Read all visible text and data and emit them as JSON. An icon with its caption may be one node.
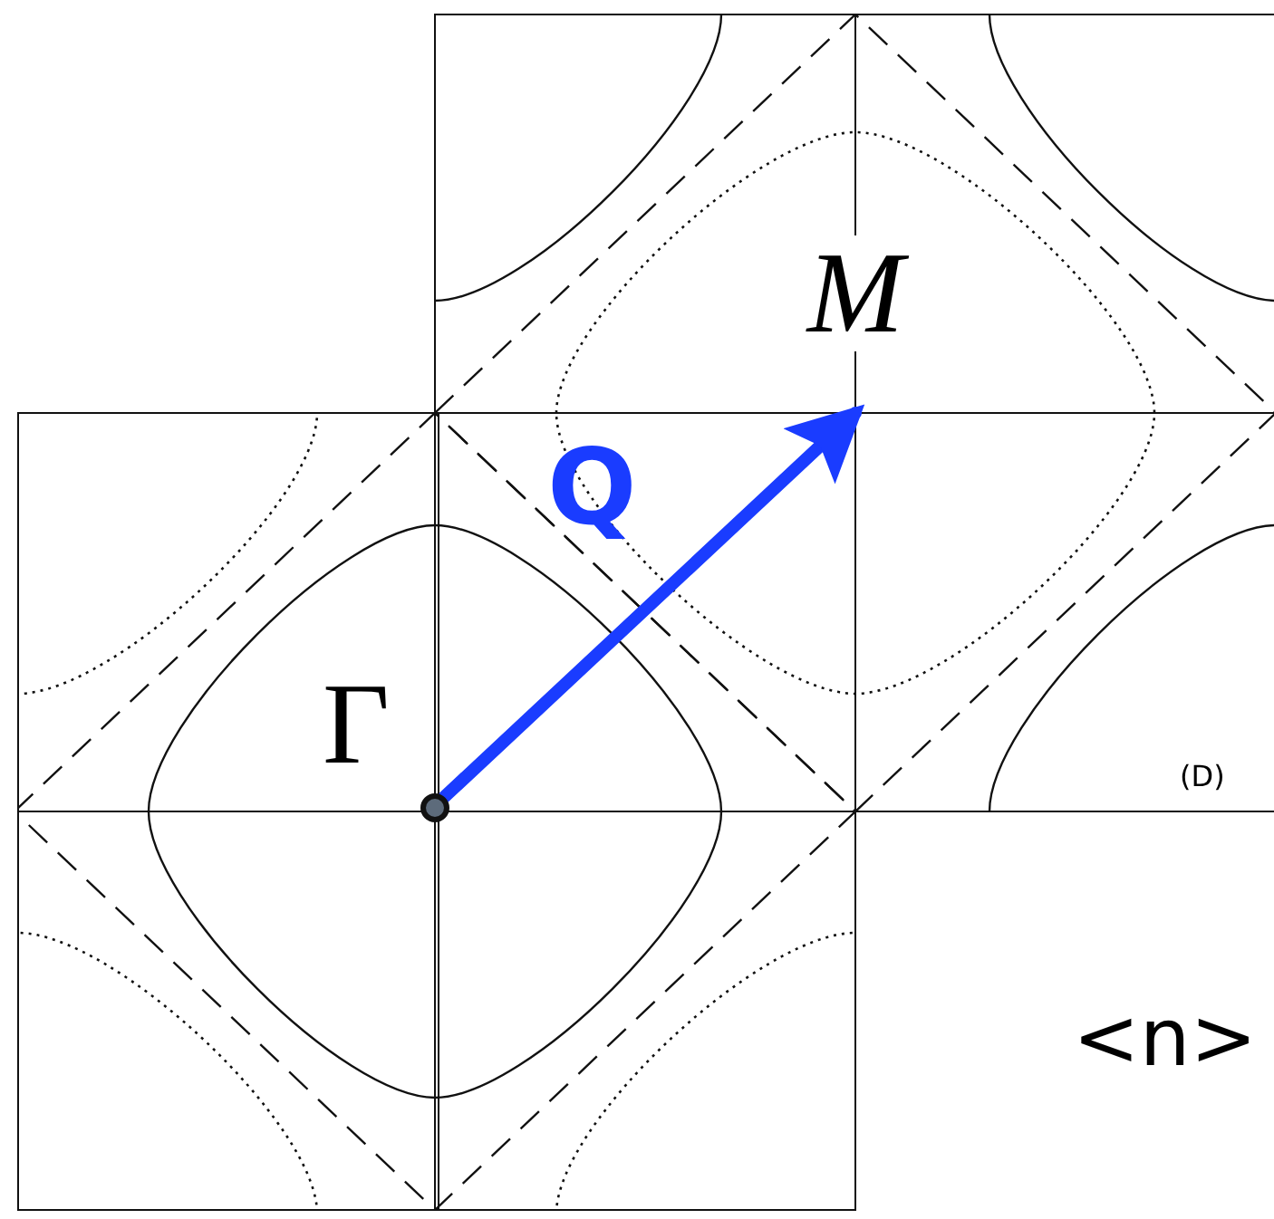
{
  "diagram": {
    "nodes": [
      {
        "text": [],
        "shape": "circle",
        "beside": [
          "Γ"
        ]
      },
      {
        "text": [
          "M"
        ]
      }
    ],
    "edges": [
      {
        "from": 0,
        "to": 1,
        "arrow": "to",
        "label": "Q",
        "color": "#1a3cff"
      }
    ],
    "labels": [
      "(D)",
      "<n>"
    ]
  }
}
